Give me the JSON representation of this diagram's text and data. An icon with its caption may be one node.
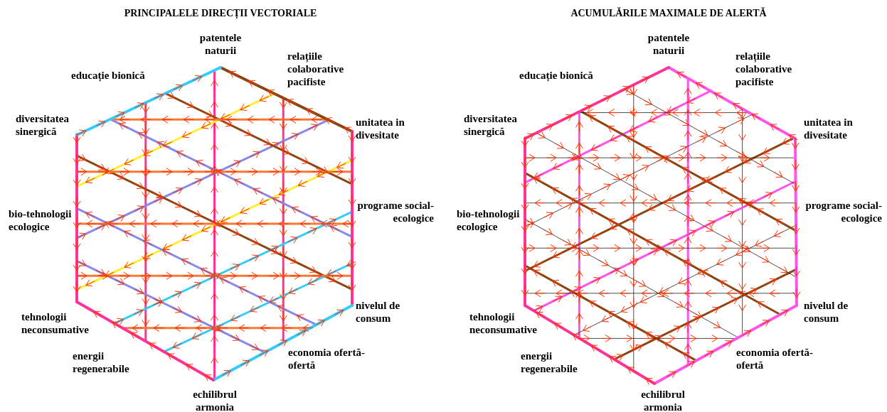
{
  "diagram": {
    "labels": [
      "PRINCIPALELE DIRECȚII VECTORIALE",
      "patentele naturii",
      "relațiile colaborative pacifiste",
      "educație bionică",
      "diversitatea sinergică",
      "unitatea in divesitate",
      "bio-tehnologii ecologice",
      "programe social-ecologice",
      "tehnologii neconsumative",
      "nivelul de consum",
      "energii regenerabile",
      "economia ofertă-ofertă",
      "echilibrul armonia",
      "ACUMULĂRILE MAXIMALE DE ALERTĂ",
      "patentele naturii",
      "relațiile colaborative pacifiste",
      "educație bionică",
      "diversitatea sinergică",
      "unitatea in divesitate",
      "bio-tehnologii ecologice",
      "programe social-ecologice",
      "tehnologii neconsumative",
      "nivelul de consum",
      "energii regenerabile",
      "economia ofertă-ofertă",
      "echilibrul armonia"
    ]
  }
}
